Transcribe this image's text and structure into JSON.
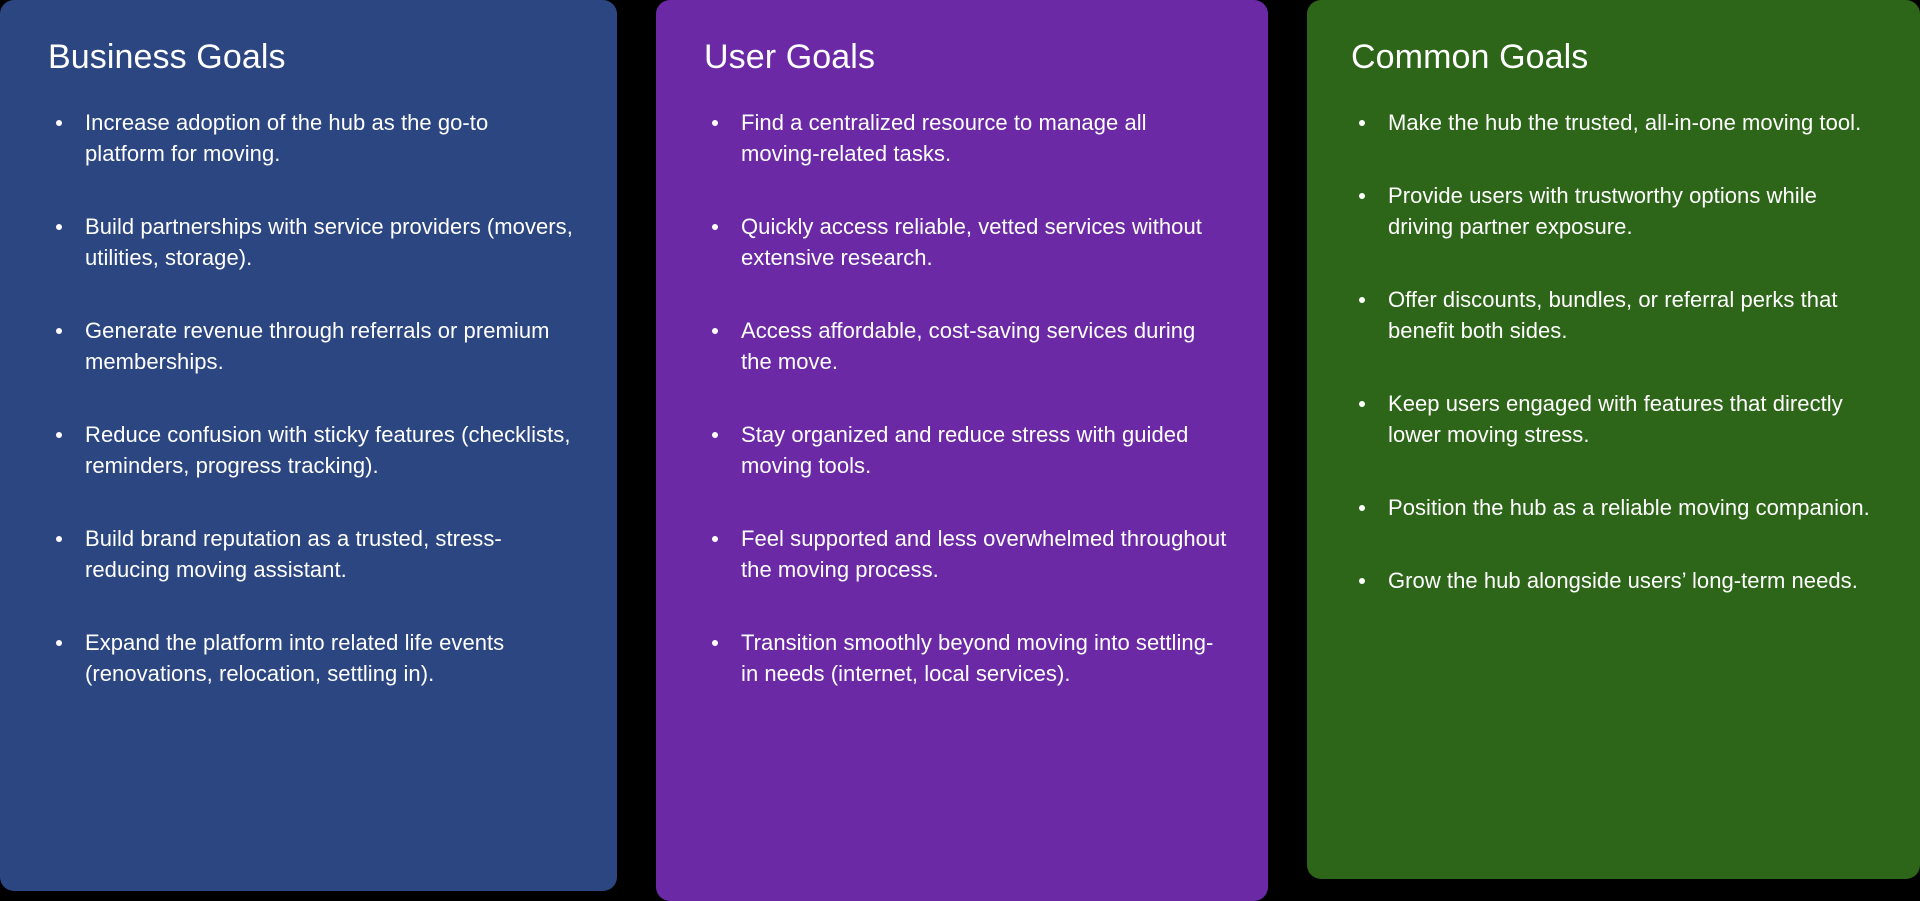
{
  "background_color": "#000000",
  "columns": [
    {
      "id": "business-goals",
      "title": "Business Goals",
      "color": "#2C4682",
      "items": [
        "Increase adoption of the hub as the go-to platform for moving.",
        "Build partnerships with service providers (movers, utilities, storage).",
        "Generate revenue through referrals or premium memberships.",
        "Reduce confusion with sticky features (checklists, reminders, progress tracking).",
        "Build brand reputation as a trusted, stress-reducing moving assistant.",
        "Expand the platform into related life events (renovations, relocation, settling in)."
      ]
    },
    {
      "id": "user-goals",
      "title": "User Goals",
      "color": "#6C29A6",
      "items": [
        "Find a centralized resource to manage all moving-related tasks.",
        "Quickly access reliable, vetted services without extensive research.",
        "Access affordable, cost-saving services during the move.",
        "Stay organized and reduce stress with guided moving tools.",
        "Feel supported and less overwhelmed throughout the moving process.",
        "Transition smoothly beyond moving into settling-in needs (internet, local services)."
      ]
    },
    {
      "id": "common-goals",
      "title": "Common Goals",
      "color": "#2D6618",
      "items": [
        "Make the hub the trusted, all-in-one moving tool.",
        "Provide users with trustworthy options while driving partner exposure.",
        "Offer discounts, bundles, or referral perks that benefit both sides.",
        "Keep users engaged with features that directly lower moving stress.",
        "Position the hub as a reliable moving companion.",
        "Grow the hub alongside users’ long-term needs."
      ]
    }
  ]
}
